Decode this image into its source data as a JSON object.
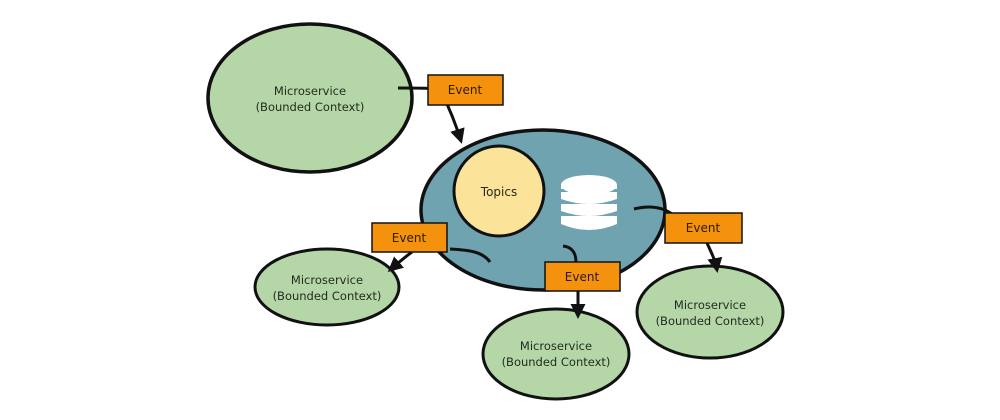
{
  "diagram": {
    "type": "event-driven-architecture",
    "colors": {
      "microservice_fill": "#b5d7a8",
      "broker_fill": "#6fa3b0",
      "topics_fill": "#fbe39a",
      "event_fill": "#f4920e",
      "stroke": "#111111",
      "database_icon": "#ffffff"
    },
    "broker": {
      "topics_label": "Topics",
      "database_icon": "database-icon"
    },
    "microservices": [
      {
        "id": "ms-top-left",
        "line1": "Microservice",
        "line2": "(Bounded Context)"
      },
      {
        "id": "ms-left",
        "line1": "Microservice",
        "line2": "(Bounded Context)"
      },
      {
        "id": "ms-bottom",
        "line1": "Microservice",
        "line2": "(Bounded Context)"
      },
      {
        "id": "ms-right",
        "line1": "Microservice",
        "line2": "(Bounded Context)"
      }
    ],
    "events": [
      {
        "id": "event-publish",
        "label": "Event"
      },
      {
        "id": "event-left",
        "label": "Event"
      },
      {
        "id": "event-bottom",
        "label": "Event"
      },
      {
        "id": "event-right",
        "label": "Event"
      }
    ]
  }
}
